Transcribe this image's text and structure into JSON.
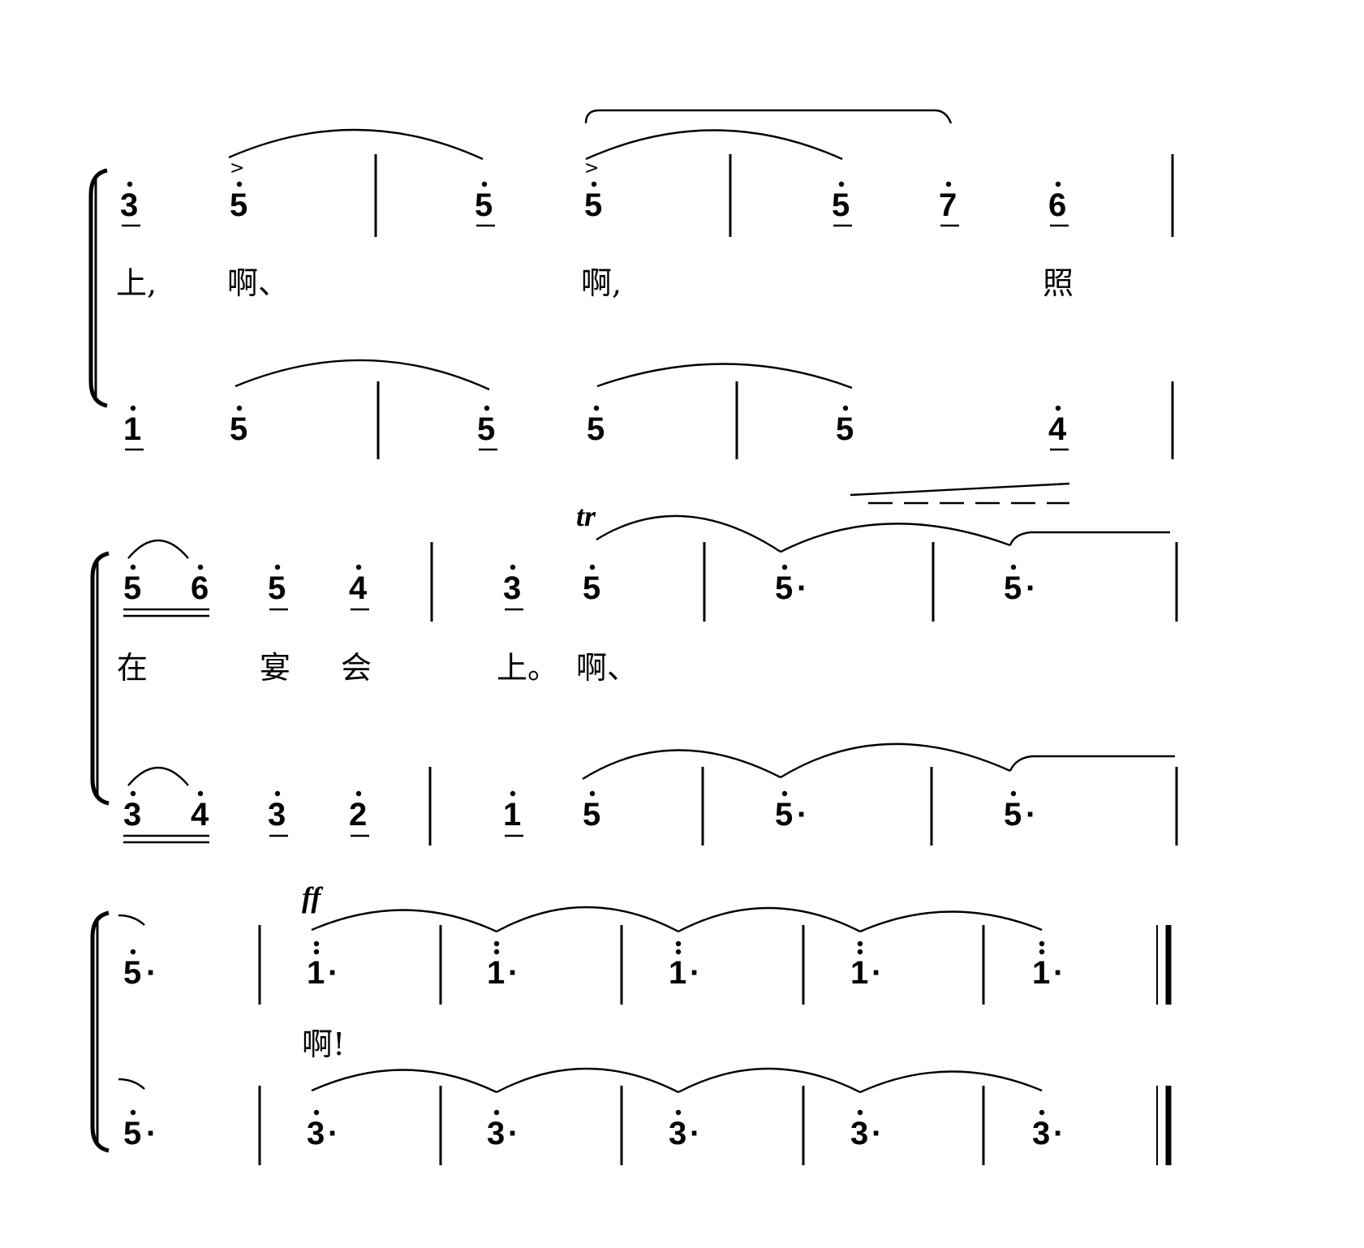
{
  "score": {
    "systems": [
      {
        "upper": [
          "3",
          "5",
          "5",
          "5",
          "5",
          "7",
          "6"
        ],
        "lyrics": [
          "上,",
          "啊、",
          "啊,",
          "照"
        ],
        "lower": [
          "1",
          "5",
          "5",
          "5",
          "5",
          "4"
        ]
      },
      {
        "upper": [
          "5",
          "6",
          "5",
          "4",
          "3",
          "5",
          "5",
          "·",
          "5",
          "·"
        ],
        "lyrics": [
          "在",
          "宴",
          "会",
          "上。",
          "啊、"
        ],
        "lower": [
          "3",
          "4",
          "3",
          "2",
          "1",
          "5",
          "5",
          "·",
          "5",
          "·"
        ],
        "marks": [
          "tr"
        ]
      },
      {
        "upper": [
          "5",
          "·",
          "1",
          "·",
          "1",
          "·",
          "1",
          "·",
          "1",
          "·",
          "1",
          "·"
        ],
        "lyrics": [
          "啊!"
        ],
        "lower": [
          "5",
          "·",
          "3",
          "·",
          "3",
          "·",
          "3",
          "·",
          "3",
          "·",
          "3",
          "·"
        ],
        "marks": [
          "ff",
          ">"
        ]
      }
    ]
  }
}
